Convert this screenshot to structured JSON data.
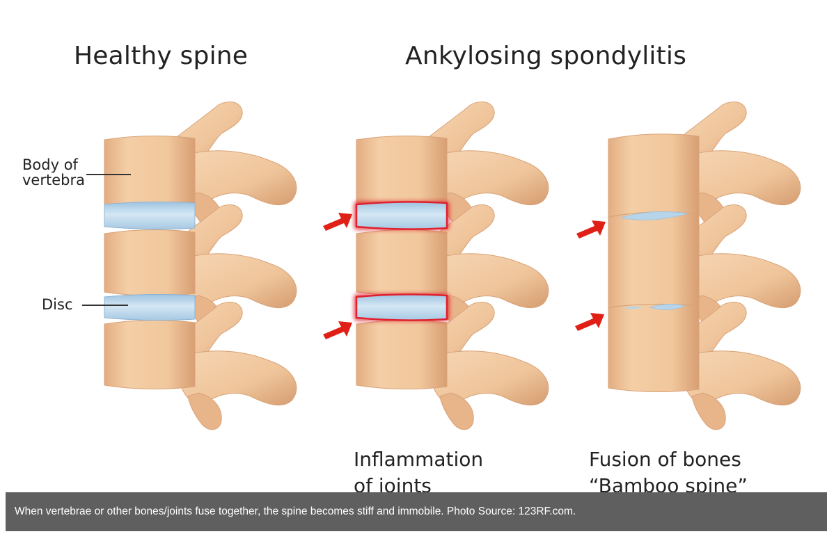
{
  "titles": {
    "healthy": "Healthy spine",
    "ankylosing": "Ankylosing spondylitis"
  },
  "labels": {
    "body_line1": "Body of",
    "body_line2": "vertebra",
    "disc": "Disc"
  },
  "subtitles": {
    "inflammation_line1": "Inflammation",
    "inflammation_line2": "of joints",
    "fusion_line1": "Fusion of bones",
    "fusion_line2": "“Bamboo spine”"
  },
  "caption": "When vertebrae or other bones/joints fuse together, the spine becomes stiff and immobile. Photo Source: 123RF.com.",
  "colors": {
    "bone": "#f1c79c",
    "bone_shadow": "#d9a277",
    "disc": "#b7d5ea",
    "inflammation": "#e0202e",
    "arrow": "#e02016",
    "caption_bg": "#5f5f5f"
  }
}
